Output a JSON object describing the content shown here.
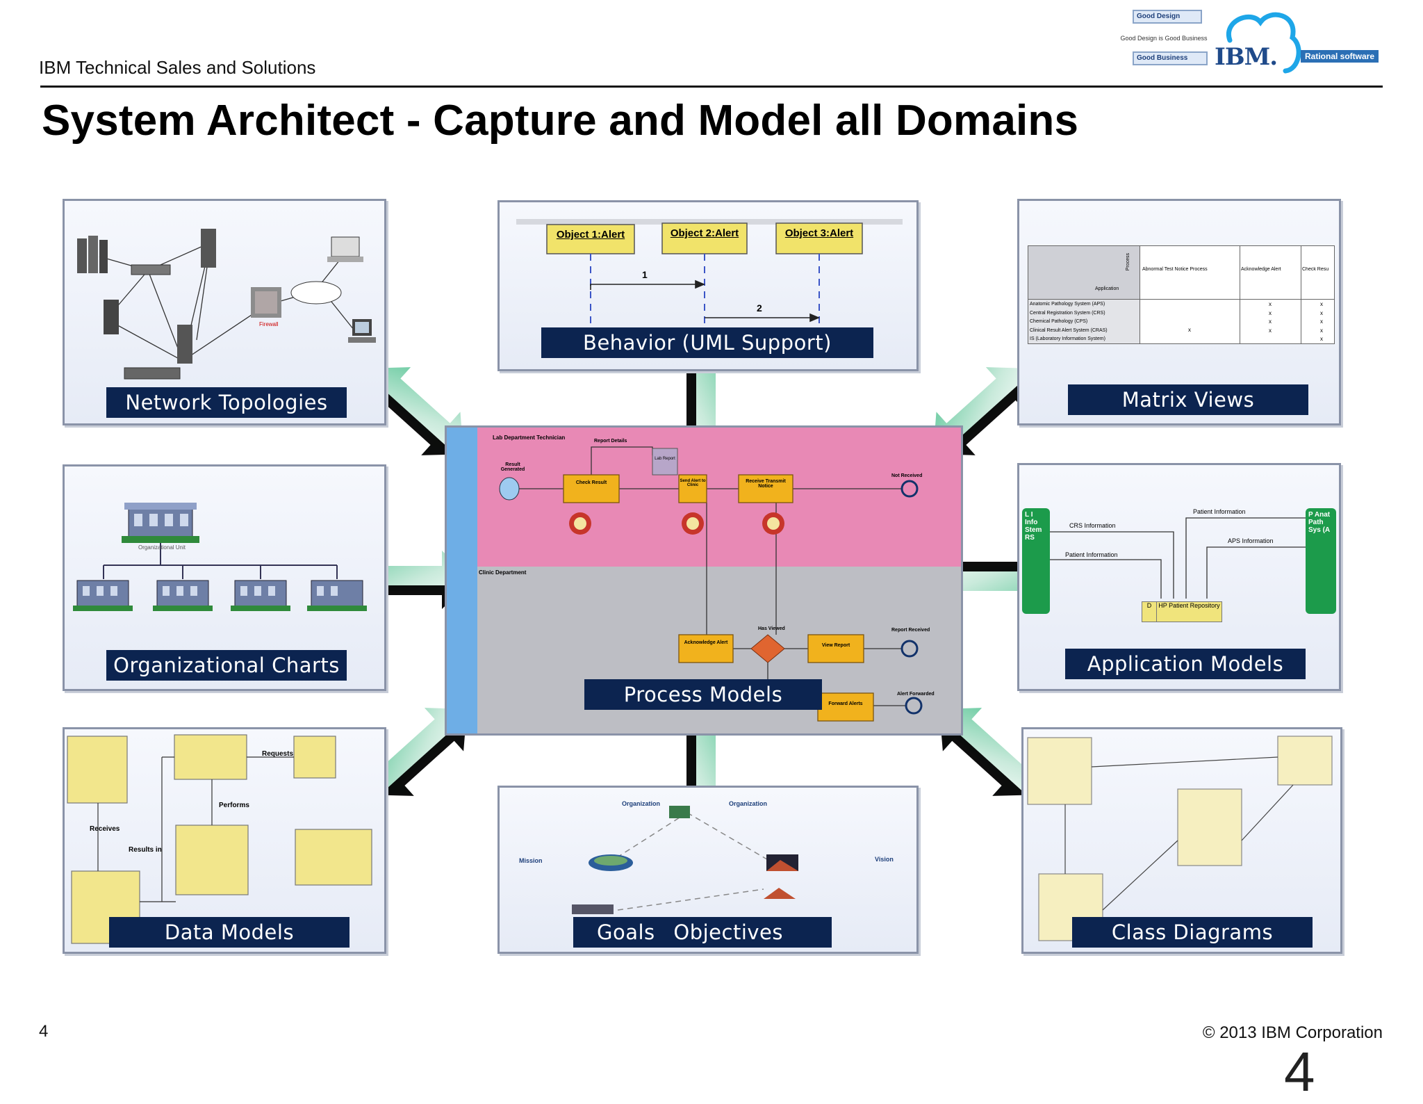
{
  "header": {
    "org": "IBM Technical Sales and Solutions",
    "title": "System Architect  - Capture and Model all Domains"
  },
  "logo": {
    "box_top": "Good Design",
    "middle": "Good Design is Good  Business",
    "box_bottom": "Good Business",
    "ibm": "IBM.",
    "rational": "Rational software"
  },
  "panels": {
    "network": {
      "label": "Network Topologies"
    },
    "behavior": {
      "label": "Behavior (UML Support)",
      "objects": [
        "Object 1:Alert",
        "Object 2:Alert",
        "Object 3:Alert"
      ],
      "messages": [
        "1",
        "2"
      ]
    },
    "matrix": {
      "label": "Matrix Views",
      "col_header": "Application",
      "row_header": "Process",
      "columns": [
        "Abnormal Test Notice Process",
        "Acknowledge Alert",
        "Check Resu"
      ],
      "rows": [
        "Anatomic Pathology System (APS)",
        "Central Registration System (CRS)",
        "Chemical Pathology (CPS)",
        "Clinical Result Alert System (CRAS)",
        "IS (Laboratory Information System)"
      ]
    },
    "org": {
      "label": "Organizational Charts",
      "root": "Organizational Unit"
    },
    "process": {
      "label": "Process Models",
      "lane1": "Lab Department Technician",
      "lane2": "Clinic Department",
      "nodes": [
        "Result Generated",
        "Check Result",
        "Send Alert to Clinic",
        "Receive Transmit Notice",
        "Not Received",
        "Report Details",
        "Lab Report",
        "Acknowledge Alert",
        "View Report",
        "Report Received",
        "Has Viewed",
        "Forward Alerts",
        "Alert Forwarded"
      ]
    },
    "application": {
      "label": "Application Models",
      "left_block": "L I Info Stem RS",
      "right_block": "P Anat Path Sys (A",
      "flows": [
        "CRS Information",
        "Patient Information",
        "Patient Information",
        "APS Information"
      ],
      "store": "HP Patient Repository",
      "store_id": "D"
    },
    "data": {
      "label": "Data Models",
      "relations": [
        "Requests",
        "Performs",
        "Receives",
        "Results in"
      ]
    },
    "goals": {
      "label_left": "Goals",
      "label_right": "Objectives",
      "texts": [
        "Organization",
        "Organization",
        "Mission",
        "Vision"
      ]
    },
    "class": {
      "label": "Class Diagrams"
    }
  },
  "footer": {
    "page": "4",
    "copyright": "© 2013 IBM Corporation",
    "big": "4"
  }
}
